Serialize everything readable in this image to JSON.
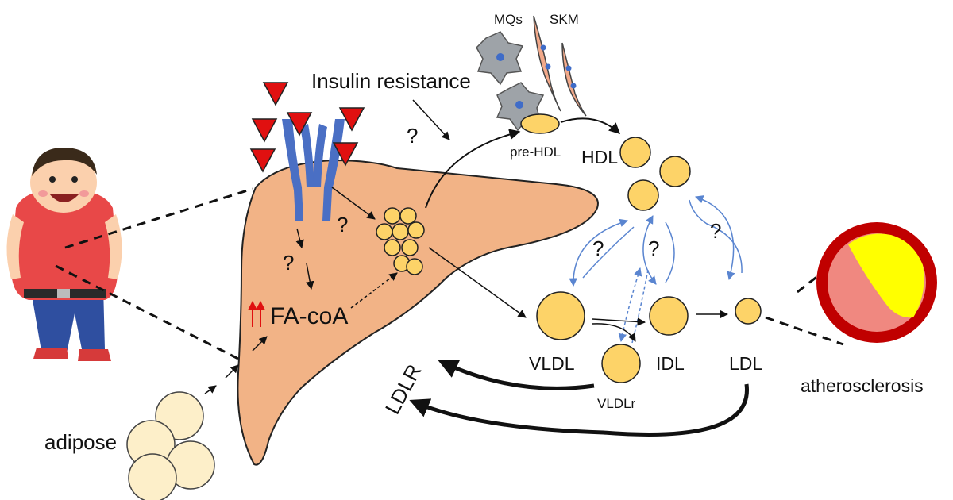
{
  "labels": {
    "insulin_resistance": "Insulin resistance",
    "mqs": "MQs",
    "skm": "SKM",
    "pre_hdl": "pre-HDL",
    "hdl": "HDL",
    "fa_coa": "FA-coA",
    "vldl": "VLDL",
    "idl": "IDL",
    "ldl": "LDL",
    "vldlr": "VLDLr",
    "ldlr": "LDLR",
    "adipose": "adipose",
    "atherosclerosis": "atherosclerosis",
    "question": "?"
  },
  "colors": {
    "liver": "#f2b386",
    "lipoprotein": "#fdd368",
    "adipocyte": "#fdefc9",
    "receptor": "#4a6fc4",
    "ligand": "#e01010",
    "macrophage": "#9ea3a8",
    "muscle": "#f2a98a",
    "nucleus": "#3f6cc8",
    "blue_arrow": "#5a85d0",
    "artery_wall": "#c00000",
    "plaque": "#ffff00",
    "lumen": "#f08880",
    "shirt": "#e84848",
    "pants": "#2f4fa0",
    "skin": "#fbd0ad",
    "hair": "#3a2a1a"
  },
  "icons": [
    "obese-person-icon",
    "liver-icon",
    "macrophage-icon",
    "skeletal-muscle-icon",
    "artery-cross-section-icon",
    "adipocyte-icon",
    "insulin-receptor-icon"
  ]
}
